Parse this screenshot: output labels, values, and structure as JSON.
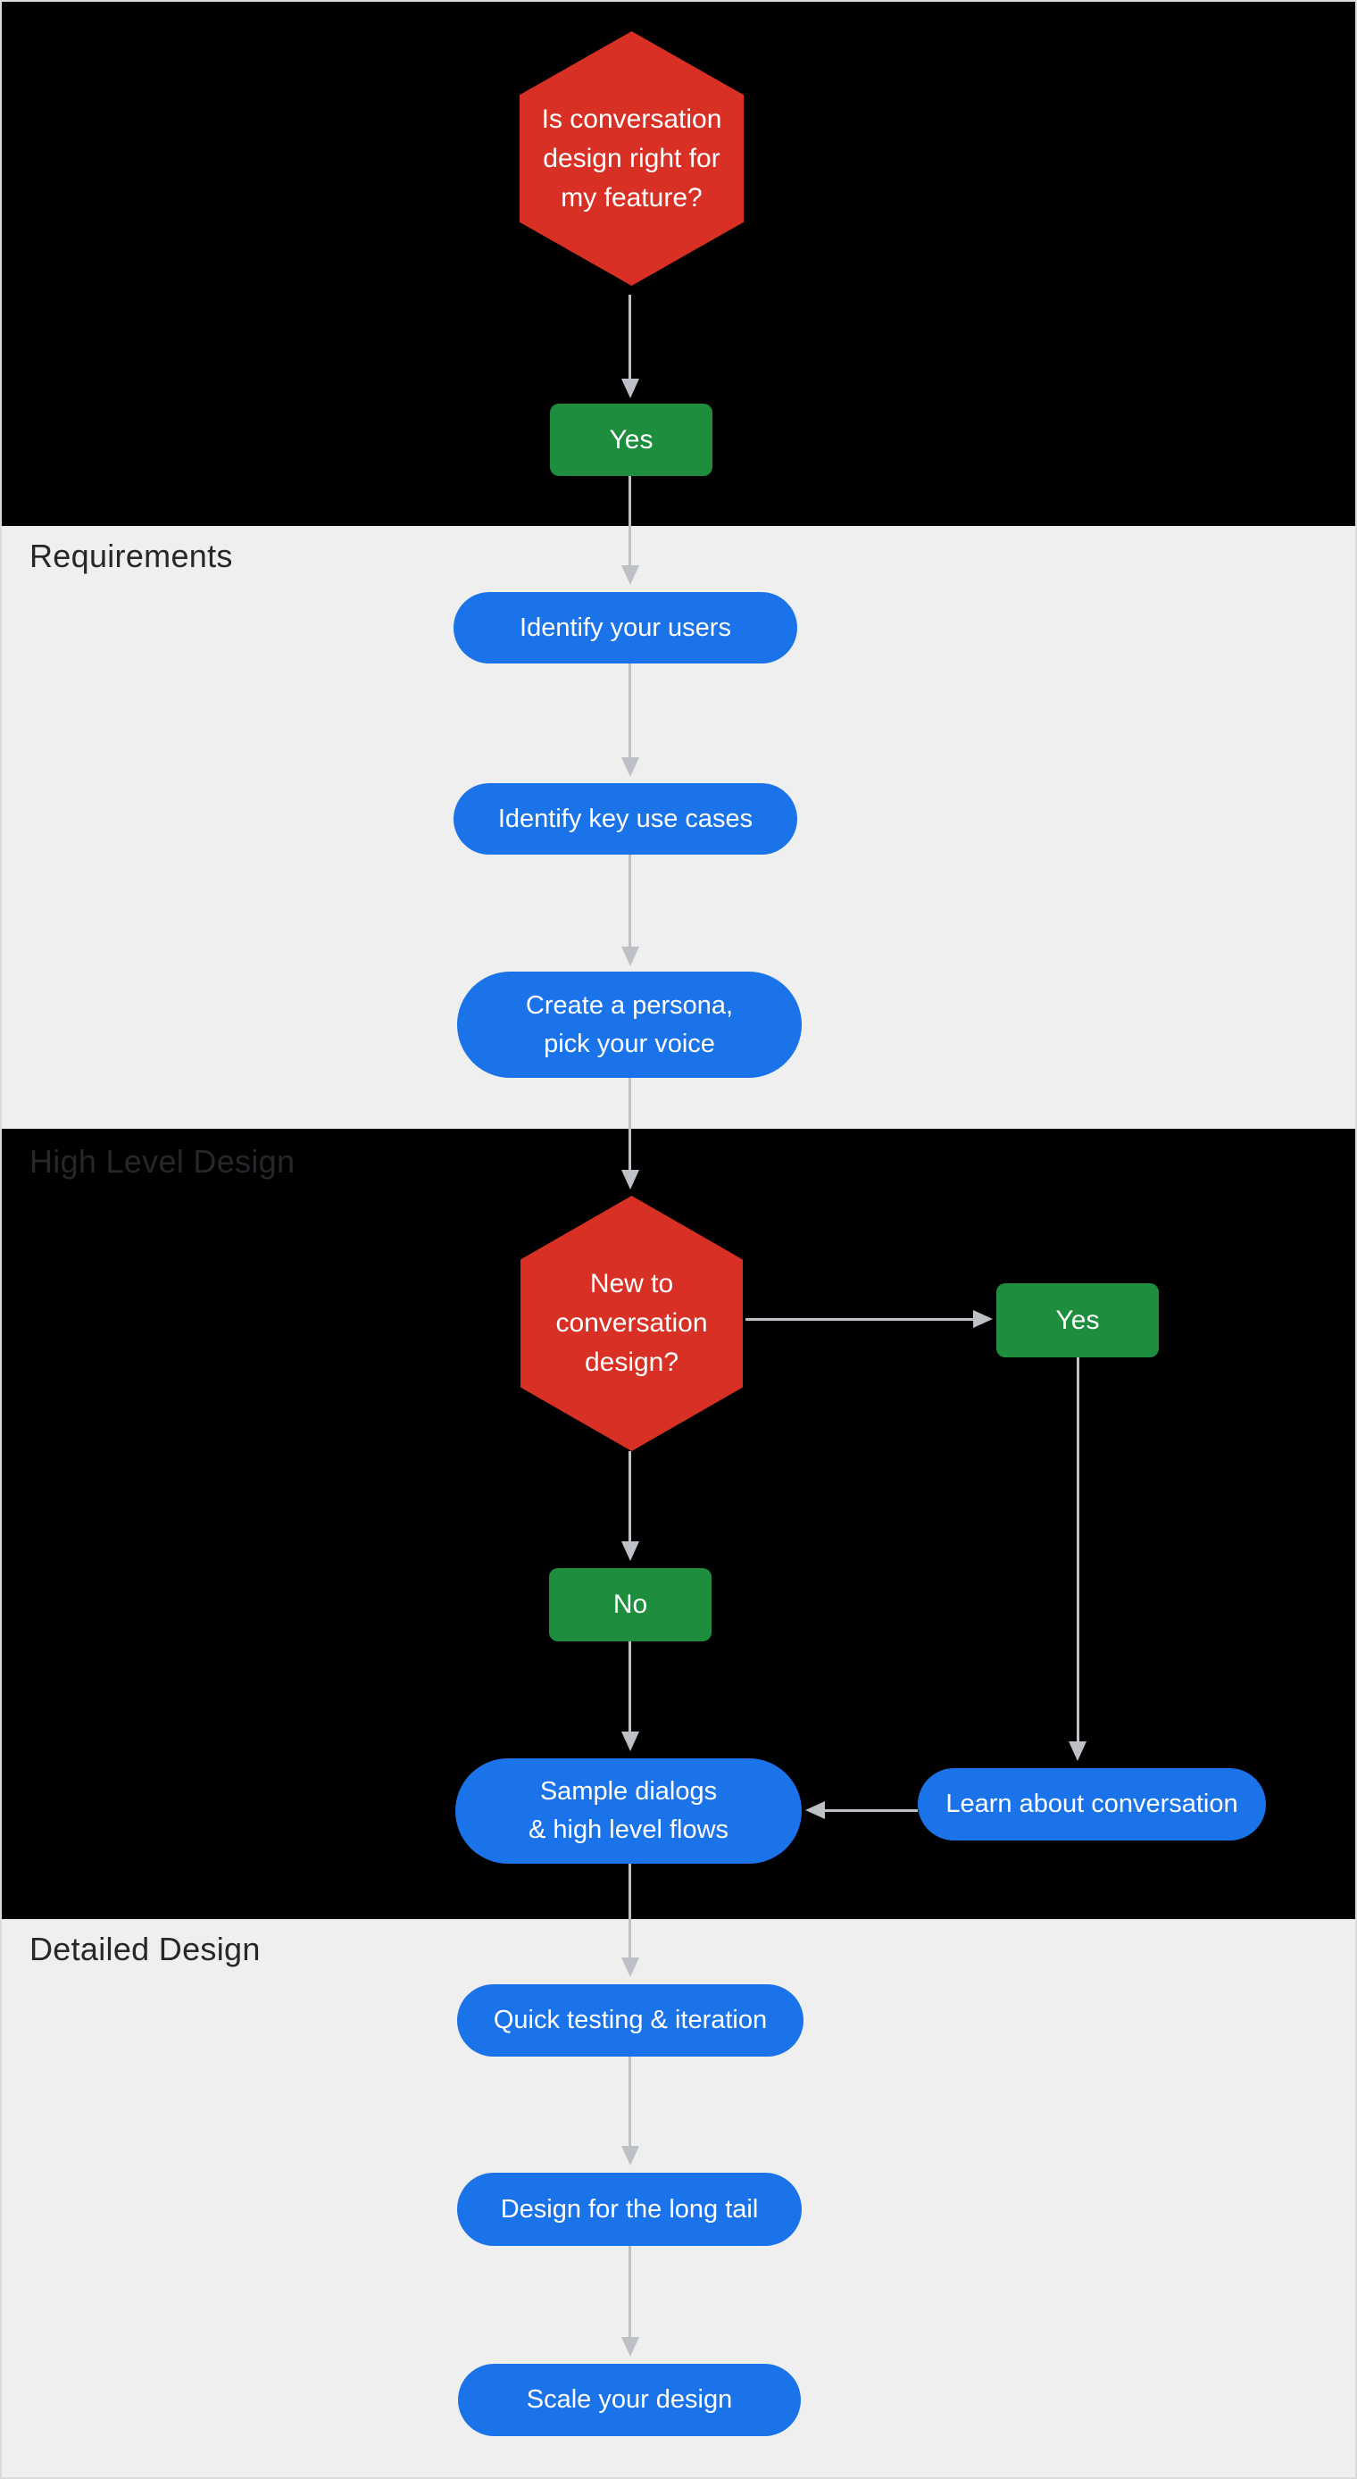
{
  "colors": {
    "decision_red": "#d93025",
    "answer_green": "#1e8e3e",
    "step_blue": "#1a73e8",
    "section_black": "#000000",
    "section_gray": "#efefef",
    "arrow_gray": "#bdc1c6",
    "section_label_text": "#26262b",
    "node_text": "#ffffff"
  },
  "sections": {
    "requirements": {
      "label": "Requirements"
    },
    "high_level_design": {
      "label": "High Level Design"
    },
    "detailed_design": {
      "label": "Detailed Design"
    }
  },
  "nodes": {
    "q_feature": {
      "type": "decision",
      "lines": [
        "Is conversation",
        "design right for",
        "my feature?"
      ]
    },
    "yes_feature": {
      "type": "answer",
      "label": "Yes"
    },
    "identify_users": {
      "type": "step",
      "label": "Identify your users"
    },
    "identify_use_cases": {
      "type": "step",
      "label": "Identify key use cases"
    },
    "create_persona": {
      "type": "step",
      "lines": [
        "Create a persona,",
        "pick your voice"
      ]
    },
    "q_new": {
      "type": "decision",
      "lines": [
        "New to",
        "conversation",
        "design?"
      ]
    },
    "yes_new": {
      "type": "answer",
      "label": "Yes"
    },
    "no_new": {
      "type": "answer",
      "label": "No"
    },
    "sample_dialogs": {
      "type": "step",
      "lines": [
        "Sample dialogs",
        "& high level flows"
      ]
    },
    "learn_conversation": {
      "type": "step",
      "label": "Learn about conversation"
    },
    "quick_testing": {
      "type": "step",
      "label": "Quick testing & iteration"
    },
    "long_tail": {
      "type": "step",
      "label": "Design for the long tail"
    },
    "scale_design": {
      "type": "step",
      "label": "Scale your design"
    }
  },
  "edges": [
    {
      "from": "q_feature",
      "to": "yes_feature"
    },
    {
      "from": "yes_feature",
      "to": "identify_users"
    },
    {
      "from": "identify_users",
      "to": "identify_use_cases"
    },
    {
      "from": "identify_use_cases",
      "to": "create_persona"
    },
    {
      "from": "create_persona",
      "to": "q_new"
    },
    {
      "from": "q_new",
      "to": "yes_new"
    },
    {
      "from": "q_new",
      "to": "no_new"
    },
    {
      "from": "yes_new",
      "to": "learn_conversation"
    },
    {
      "from": "learn_conversation",
      "to": "sample_dialogs"
    },
    {
      "from": "no_new",
      "to": "sample_dialogs"
    },
    {
      "from": "sample_dialogs",
      "to": "quick_testing"
    },
    {
      "from": "quick_testing",
      "to": "long_tail"
    },
    {
      "from": "long_tail",
      "to": "scale_design"
    }
  ]
}
